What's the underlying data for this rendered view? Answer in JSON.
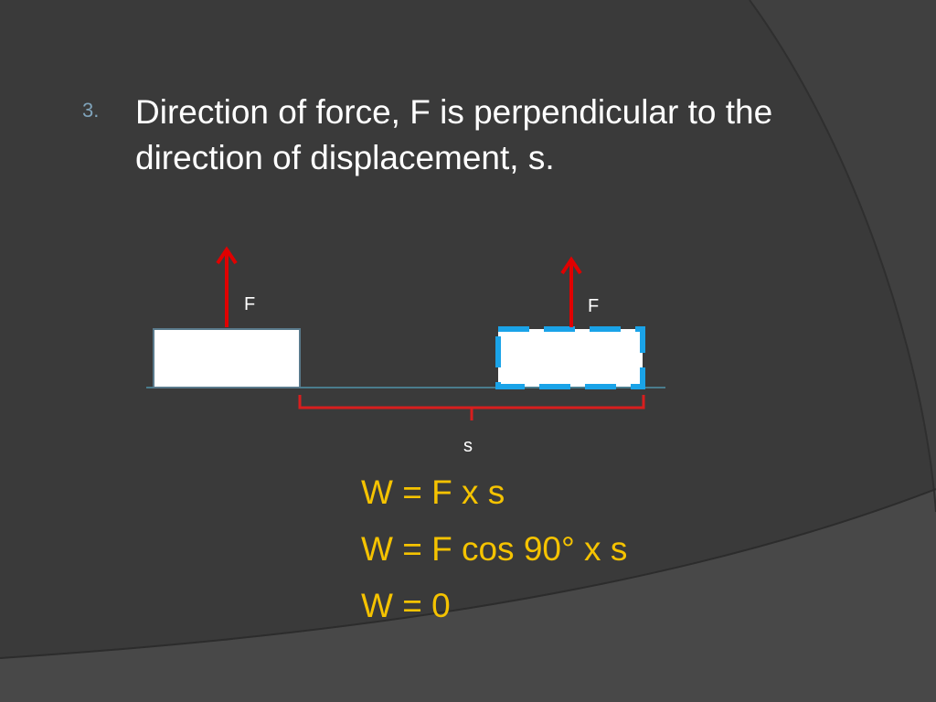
{
  "bullet": {
    "number": "3.",
    "text": "Direction of force, F is perpendicular to the direction of displacement, s."
  },
  "diagram": {
    "force_label_left": "F",
    "force_label_right": "F",
    "displacement_label": "s"
  },
  "equations": [
    "W = F x s",
    "W = F cos 90° x s",
    "W = 0"
  ],
  "colors": {
    "background": "#383838",
    "text": "#ffffff",
    "equation": "#F5C300",
    "force_arrow": "#E00000",
    "displacement_brace": "#D81E1E",
    "dashed_outline": "#1AA3E8",
    "bullet_number": "#7FA3BA"
  }
}
